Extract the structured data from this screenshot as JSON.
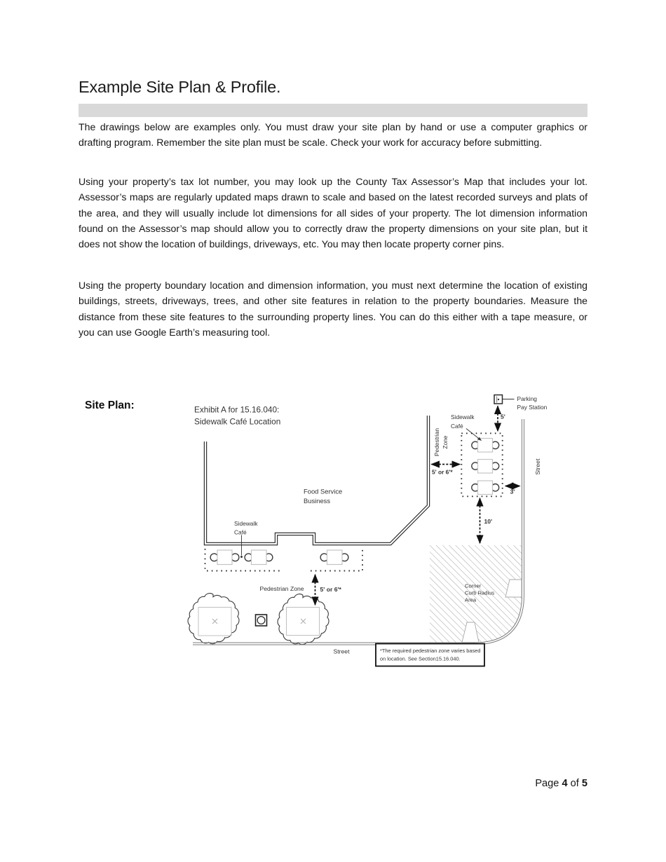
{
  "document": {
    "title": "Example Site Plan & Profile.",
    "divider_color": "#d9d9d9",
    "paragraphs": [
      "The drawings below are examples only. You must draw your site plan by hand or use a computer graphics or drafting program. Remember the site plan must be scale. Check your work for accuracy before submitting.",
      "Using your property’s tax lot number, you may look up the County Tax Assessor’s Map that includes your lot. Assessor’s maps are regularly updated maps drawn to scale and based on the latest recorded surveys and plats of the area, and they will usually include lot dimensions for all sides of your property. The lot dimension information found on the Assessor’s map should allow you to correctly draw the property dimensions on your site plan, but it does not show the location of buildings, driveways, etc. You may then locate property corner pins.",
      "Using the property boundary location and dimension information, you must next determine the location of existing buildings, streets, driveways, trees, and other site features in relation to the property boundaries. Measure the distance from these site features to the surrounding property lines. You can do this either with a tape measure, or you can use Google Earth’s measuring tool."
    ],
    "footer": {
      "prefix": "Page ",
      "page_number": "4",
      "separator": " of ",
      "total_pages": "5"
    }
  },
  "site_plan": {
    "heading": "Site Plan:",
    "exhibit_title_line1": "Exhibit A for 15.16.040:",
    "exhibit_title_line2": "Sidewalk Café Location",
    "labels": {
      "food_service_line1": "Food Service",
      "food_service_line2": "Business",
      "sidewalk_cafe_line1": "Sidewalk",
      "sidewalk_cafe_line2": "Café",
      "pedestrian_zone": "Pedestrian Zone",
      "pedestrian_zone_line1": "Pedestrian",
      "pedestrian_zone_line2": "Zone",
      "street": "Street",
      "parking_line1": "Parking",
      "parking_line2": "Pay Station",
      "corner_line1": "Corner",
      "corner_line2": "Curb Radius",
      "corner_line3": "Area"
    },
    "dimensions": {
      "pay_station_offset": "5'",
      "zone_width": "5' or 6'*",
      "street_clearance": "3'",
      "corner_clearance": "10'"
    },
    "note_line1": "*The required pedestrian zone varies based",
    "note_line2": "on location. See Section15.16.040."
  }
}
